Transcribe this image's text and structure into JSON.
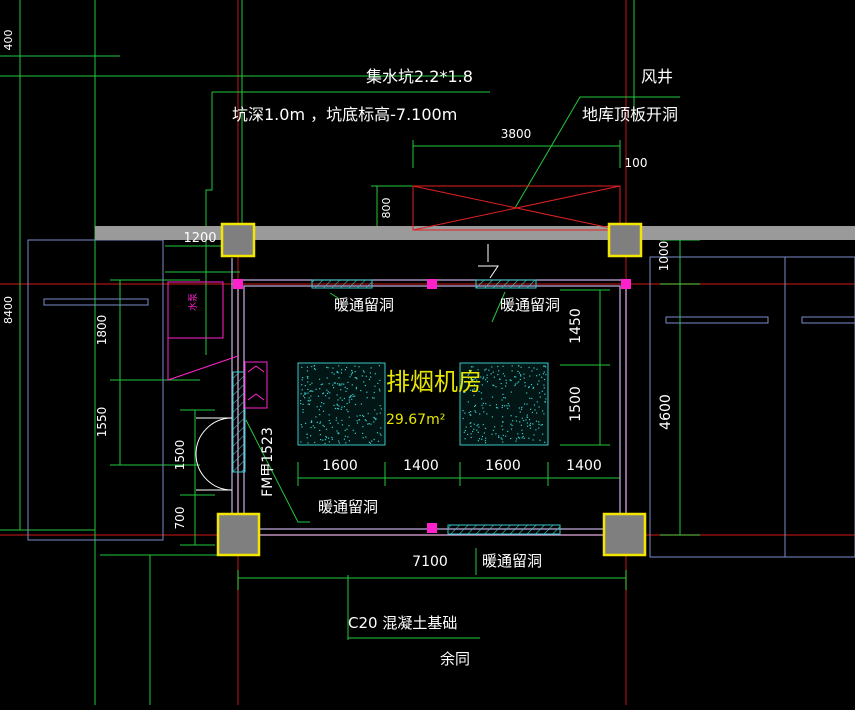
{
  "colors": {
    "background": "#000000",
    "axis_red": "#8a1010",
    "dimension_green": "#22c83c",
    "wall_gray": "#9a9a9a",
    "column_yellow": "#f2e600",
    "hatch_cyan": "#39c7c7",
    "marker_magenta": "#ff22cc",
    "opening_red": "#e02020",
    "text_white": "#ffffff",
    "text_yellow": "#e6e600",
    "outline_blue": "#7a8cc8",
    "wall_violet": "#c6b0e6"
  },
  "labels": {
    "pit_title": "集水坑2.2*1.8",
    "pit_depth": "坑深1.0m ，坑底标高-7.100m",
    "shaft": "风井",
    "roof_opening": "地库顶板开洞",
    "room_name": "排烟机房",
    "room_area": "29.67m²",
    "door": "FM甲1523",
    "hvac_opening": "暖通留洞",
    "foundation": "C20  混凝土基础",
    "rest_same": "余同",
    "pump": "水泵"
  },
  "dimensions": {
    "top_left_vertical": "400",
    "left_overall": "8400",
    "opening_width": "3800",
    "opening_offset": "100",
    "opening_depth": "800",
    "wall_offset": "1200",
    "left_upper": "1800",
    "left_lower": "1550",
    "door_height": "1500",
    "bottom_offset": "700",
    "base_1": "1600",
    "gap_1": "1400",
    "base_2": "1600",
    "gap_2": "1400",
    "room_width": "7100",
    "right_top": "1000",
    "right_upper": "1450",
    "right_middle": "1500",
    "right_overall": "4600"
  }
}
